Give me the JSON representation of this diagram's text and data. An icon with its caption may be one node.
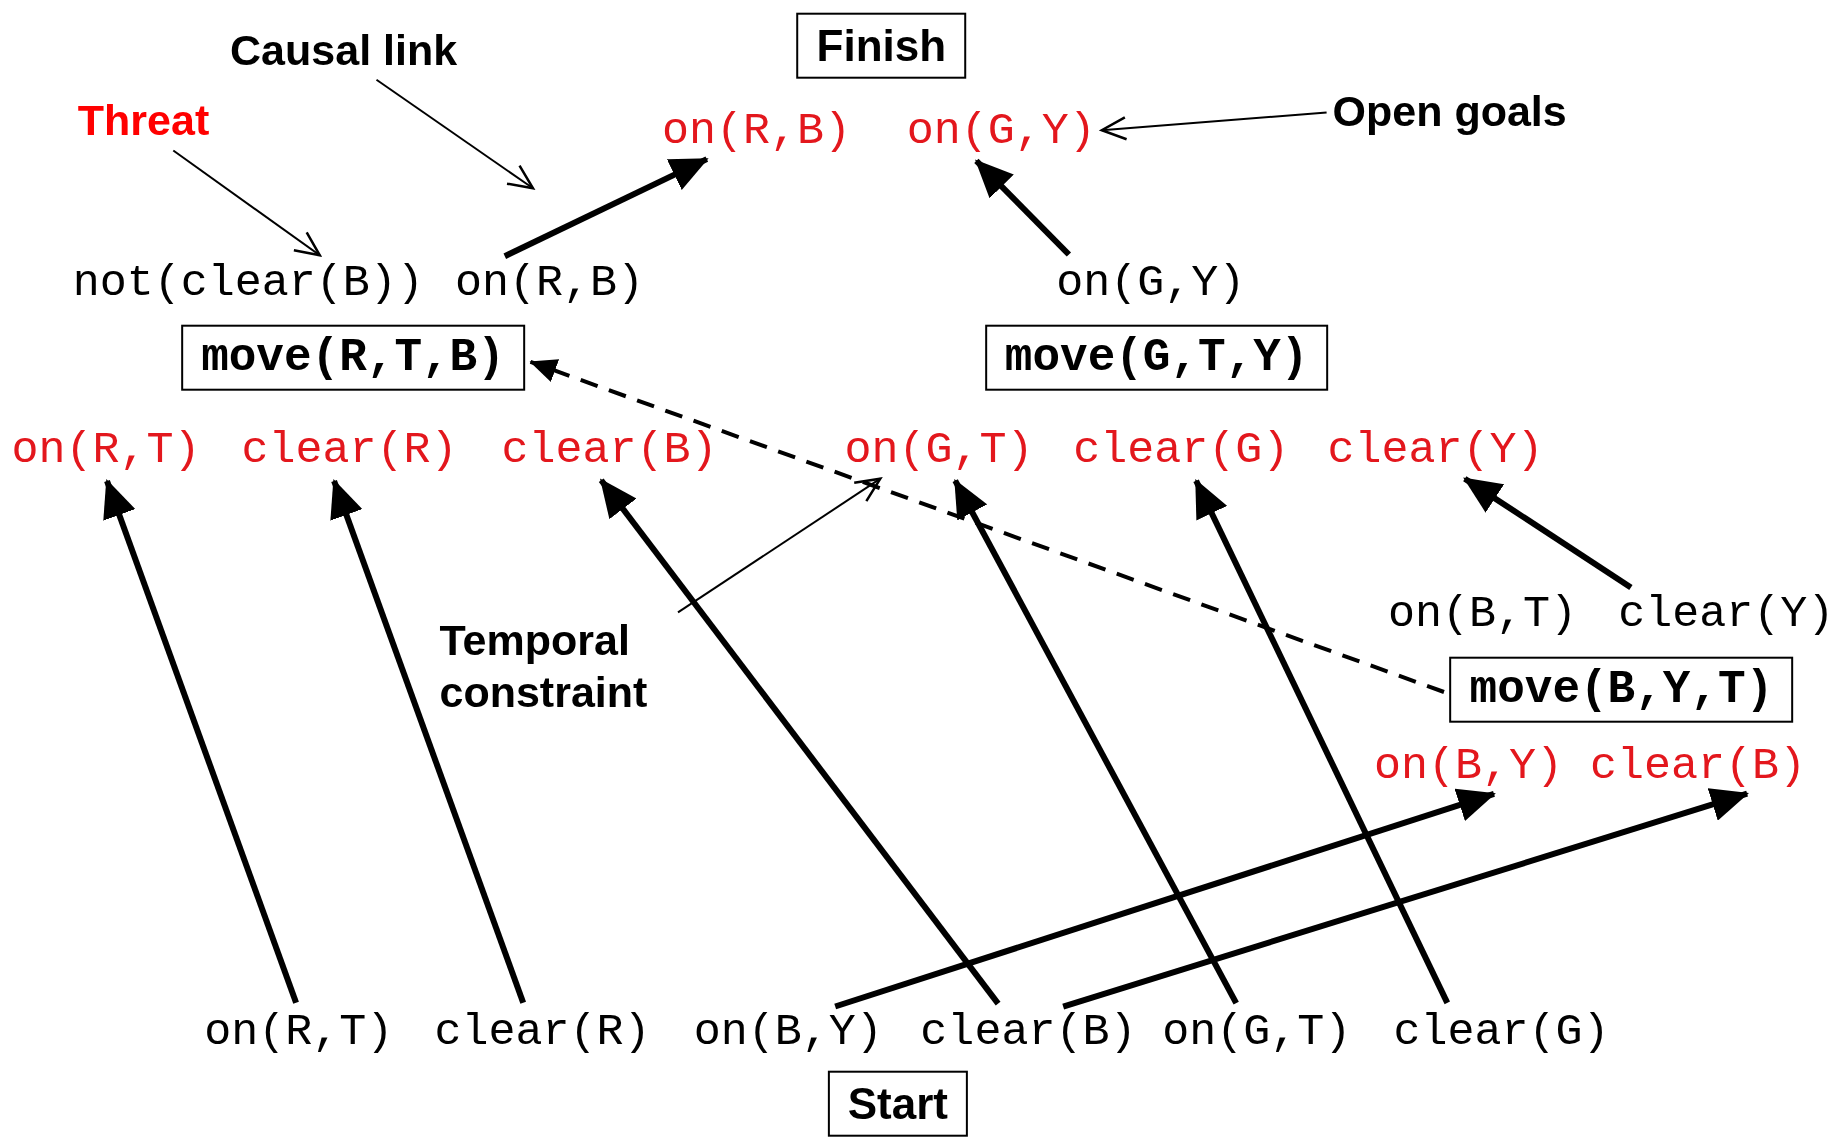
{
  "diagram": {
    "nodes": [
      {
        "text": [
          "Finish"
        ]
      },
      {
        "text": [
          "on(R,B)"
        ]
      },
      {
        "text": [
          "on(G,Y)"
        ]
      },
      {
        "text": [
          "not(clear(B))"
        ]
      },
      {
        "text": [
          "on(R,B)"
        ]
      },
      {
        "text": [
          "move(R,T,B)"
        ]
      },
      {
        "text": [
          "on(G,Y)"
        ]
      },
      {
        "text": [
          "move(G,T,Y)"
        ]
      },
      {
        "text": [
          "on(R,T)"
        ]
      },
      {
        "text": [
          "clear(R)"
        ]
      },
      {
        "text": [
          "clear(B)"
        ]
      },
      {
        "text": [
          "on(G,T)"
        ]
      },
      {
        "text": [
          "clear(G)"
        ]
      },
      {
        "text": [
          "clear(Y)"
        ]
      },
      {
        "text": [
          "on(B,T)"
        ]
      },
      {
        "text": [
          "clear(Y)"
        ]
      },
      {
        "text": [
          "move(B,Y,T)"
        ]
      },
      {
        "text": [
          "on(B,Y)"
        ]
      },
      {
        "text": [
          "clear(B)"
        ]
      },
      {
        "text": [
          "on(R,T)"
        ]
      },
      {
        "text": [
          "clear(R)"
        ]
      },
      {
        "text": [
          "on(B,Y)"
        ]
      },
      {
        "text": [
          "clear(B)"
        ]
      },
      {
        "text": [
          "on(G,T)"
        ]
      },
      {
        "text": [
          "clear(G)"
        ]
      },
      {
        "text": [
          "Start"
        ]
      },
      {
        "text": [
          "Threat"
        ]
      },
      {
        "text": [
          "Causal link"
        ]
      },
      {
        "text": [
          "Open goals"
        ]
      },
      {
        "text": [
          "Temporal constraint"
        ]
      }
    ],
    "edges": [
      {
        "from": 4,
        "to": 1,
        "arrow": "to"
      },
      {
        "from": 6,
        "to": 2,
        "arrow": "to"
      },
      {
        "from": 15,
        "to": 13,
        "arrow": "to"
      },
      {
        "from": 19,
        "to": 8,
        "arrow": "to"
      },
      {
        "from": 20,
        "to": 9,
        "arrow": "to"
      },
      {
        "from": 22,
        "to": 10,
        "arrow": "to"
      },
      {
        "from": 23,
        "to": 11,
        "arrow": "to"
      },
      {
        "from": 24,
        "to": 12,
        "arrow": "to"
      },
      {
        "from": 21,
        "to": 17,
        "arrow": "to"
      },
      {
        "from": 22,
        "to": 18,
        "arrow": "to"
      },
      {
        "from": 16,
        "to": 5,
        "arrow": "to",
        "style": "dashed"
      },
      {
        "from": 26,
        "to": 3,
        "arrow": "to"
      },
      {
        "from": 27,
        "to": null,
        "arrow": "to"
      },
      {
        "from": 28,
        "to": 2,
        "arrow": "to"
      },
      {
        "from": 29,
        "to": 11,
        "arrow": "to"
      }
    ]
  }
}
